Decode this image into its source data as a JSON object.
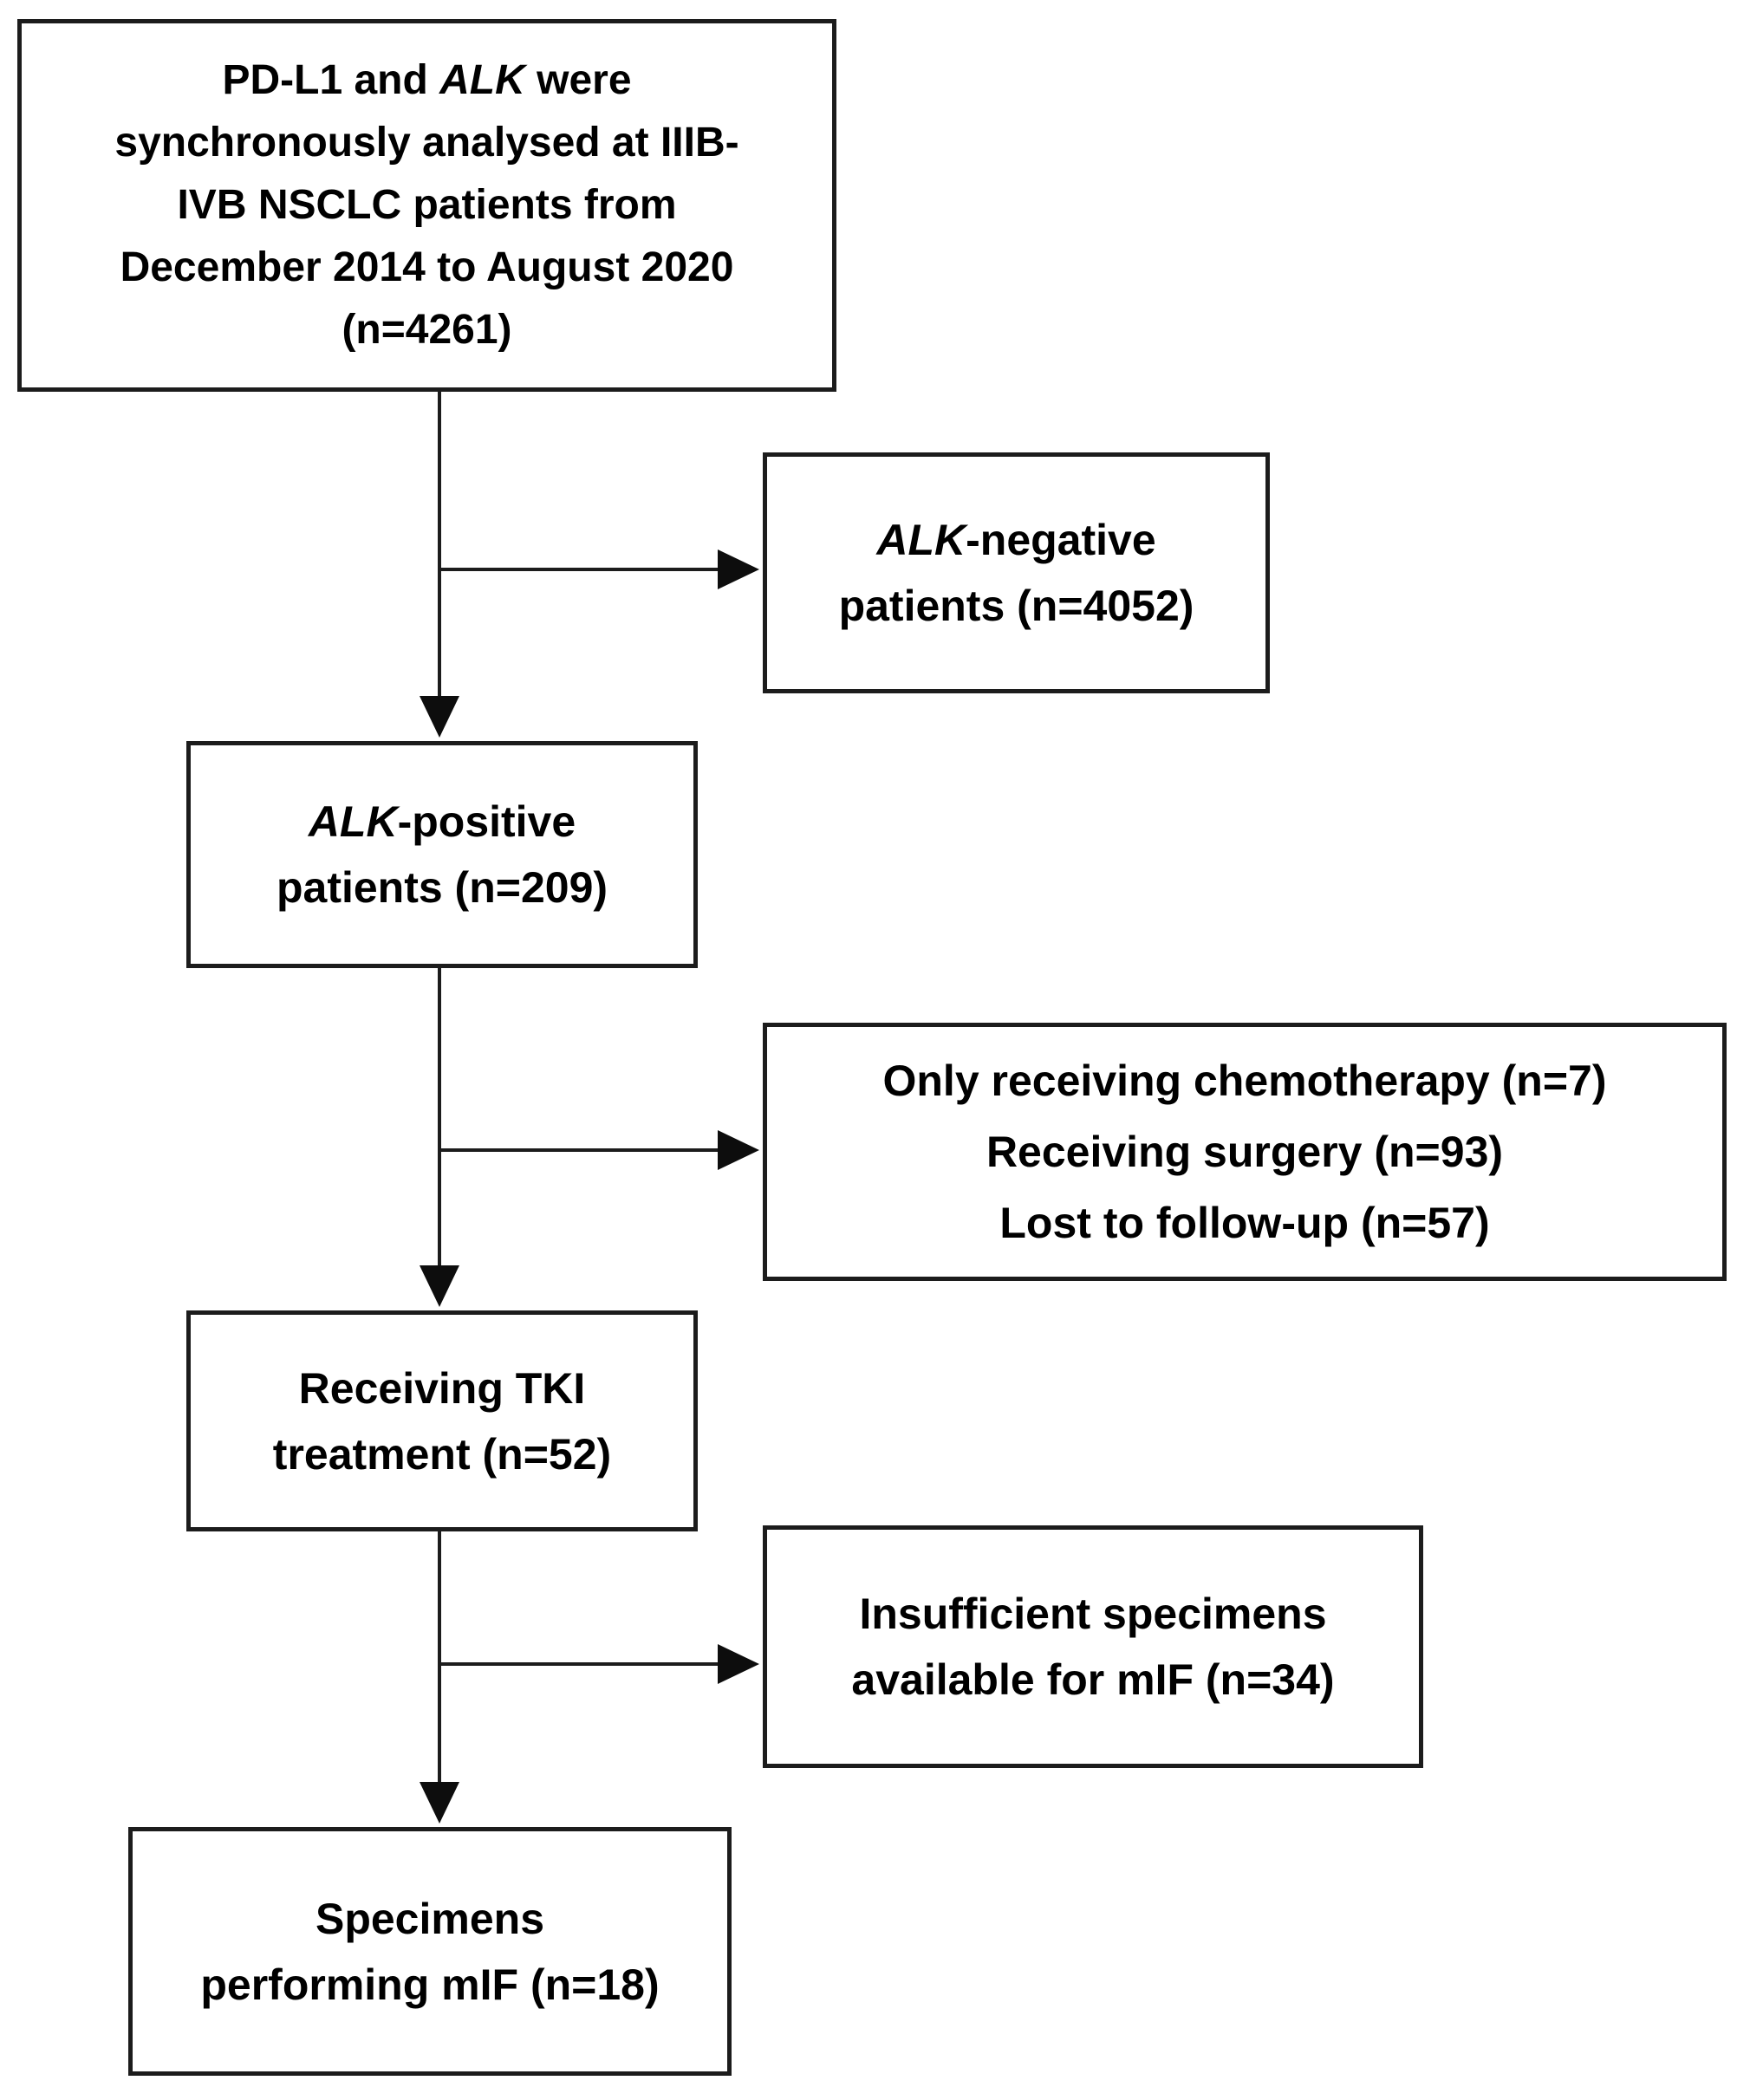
{
  "figure": {
    "type": "flowchart",
    "background_color": "#ffffff",
    "line_color": "#1c1c1c",
    "text_color": "#000000"
  },
  "boxes": {
    "source": {
      "line1_pre": "PD-L1 and ",
      "line1_italic": "ALK",
      "line1_post": " were",
      "line2": "synchronously analysed at IIIB-",
      "line3": "IVB NSCLC patients from",
      "line4": "December 2014 to August 2020",
      "line5": "(n=4261)"
    },
    "alk_negative": {
      "line1_italic": "ALK",
      "line1_post": "-negative",
      "line2": "patients (n=4052)"
    },
    "alk_positive": {
      "line1_italic": "ALK",
      "line1_post": "-positive",
      "line2": "patients (n=209)"
    },
    "excluded": {
      "line1": "Only receiving chemotherapy (n=7)",
      "line2": "Receiving surgery (n=93)",
      "line3": "Lost to follow-up (n=57)"
    },
    "tki": {
      "line1": "Receiving TKI",
      "line2": "treatment (n=52)"
    },
    "insufficient": {
      "line1": "Insufficient specimens",
      "line2": "available for mIF (n=34)"
    },
    "mif": {
      "line1": "Specimens",
      "line2": "performing mIF (n=18)"
    }
  }
}
